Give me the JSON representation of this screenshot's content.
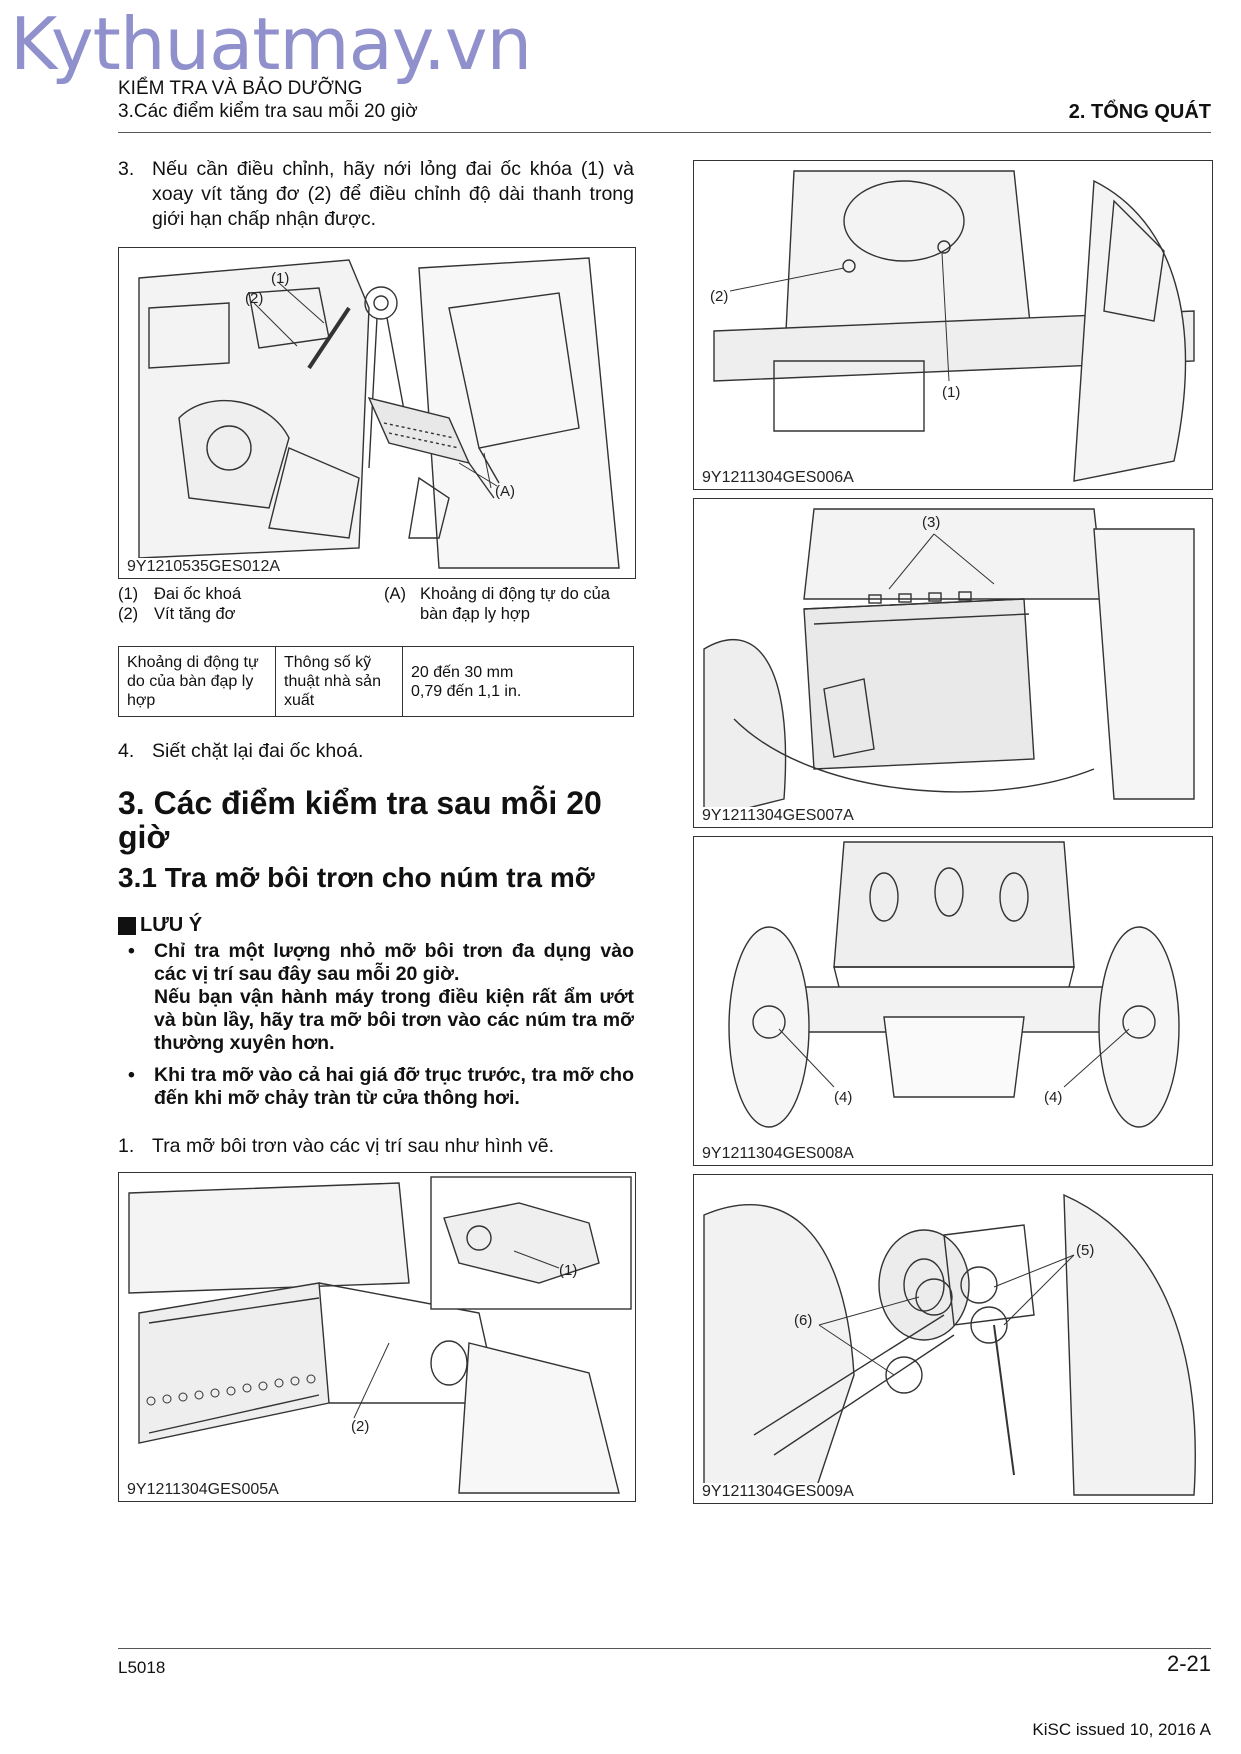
{
  "watermark": "Kythuatmay.vn",
  "header": {
    "line1": "KIỂM TRA VÀ BẢO DƯỠNG",
    "line2": "3.Các điểm kiểm tra sau mỗi 20 giờ",
    "section": "2. TỔNG QUÁT"
  },
  "step3": {
    "num": "3.",
    "text": "Nếu cần điều chỉnh, hãy nới lỏng đai ốc khóa (1) và xoay vít tăng đơ (2) để điều chỉnh độ dài thanh trong giới hạn chấp nhận được."
  },
  "fig_pedal": {
    "id": "9Y1210535GES012A",
    "callouts": [
      "(1)",
      "(2)",
      "(A)"
    ]
  },
  "legend": {
    "item1_num": "(1)",
    "item1": "Đai ốc khoá",
    "item2_num": "(2)",
    "item2": "Vít tăng đơ",
    "itemA_num": "(A)",
    "itemA": "Khoảng di động tự do của bàn đạp ly hợp"
  },
  "spec": {
    "c1": "Khoảng di động tự do của bàn đạp ly hợp",
    "c2": "Thông số kỹ thuật nhà sản xuất",
    "c3_l1": "20 đến 30 mm",
    "c3_l2": "0,79 đến 1,1 in."
  },
  "step4": {
    "num": "4.",
    "text": "Siết chặt lại đai ốc khoá."
  },
  "section_title": "3. Các điểm kiểm tra sau mỗi 20 giờ",
  "subsection_title": "3.1 Tra mỡ bôi trơn cho núm tra mỡ",
  "note": {
    "title": "LƯU Ý",
    "bullet1_a": "Chỉ tra một lượng nhỏ mỡ bôi trơn đa dụng vào các vị trí sau đây sau mỗi 20 giờ.",
    "bullet1_b": "Nếu bạn vận hành máy trong điều kiện rất ẩm ướt và bùn lầy, hãy tra mỡ bôi trơn vào các núm tra mỡ thường xuyên hơn.",
    "bullet2": "Khi tra mỡ vào cả hai giá đỡ trục trước, tra mỡ cho đến khi mỡ chảy tràn từ cửa thông hơi."
  },
  "step1": {
    "num": "1.",
    "text": "Tra mỡ bôi trơn vào các vị trí sau như hình vẽ."
  },
  "fig_005": {
    "id": "9Y1211304GES005A",
    "callouts": [
      "(1)",
      "(2)"
    ]
  },
  "fig_006": {
    "id": "9Y1211304GES006A",
    "callouts": [
      "(1)",
      "(2)"
    ]
  },
  "fig_007": {
    "id": "9Y1211304GES007A",
    "callouts": [
      "(3)"
    ]
  },
  "fig_008": {
    "id": "9Y1211304GES008A",
    "callouts": [
      "(4)",
      "(4)"
    ]
  },
  "fig_009": {
    "id": "9Y1211304GES009A",
    "callouts": [
      "(5)",
      "(6)"
    ]
  },
  "footer": {
    "model": "L5018",
    "page": "2-21",
    "issued": "KiSC issued 10, 2016 A"
  }
}
